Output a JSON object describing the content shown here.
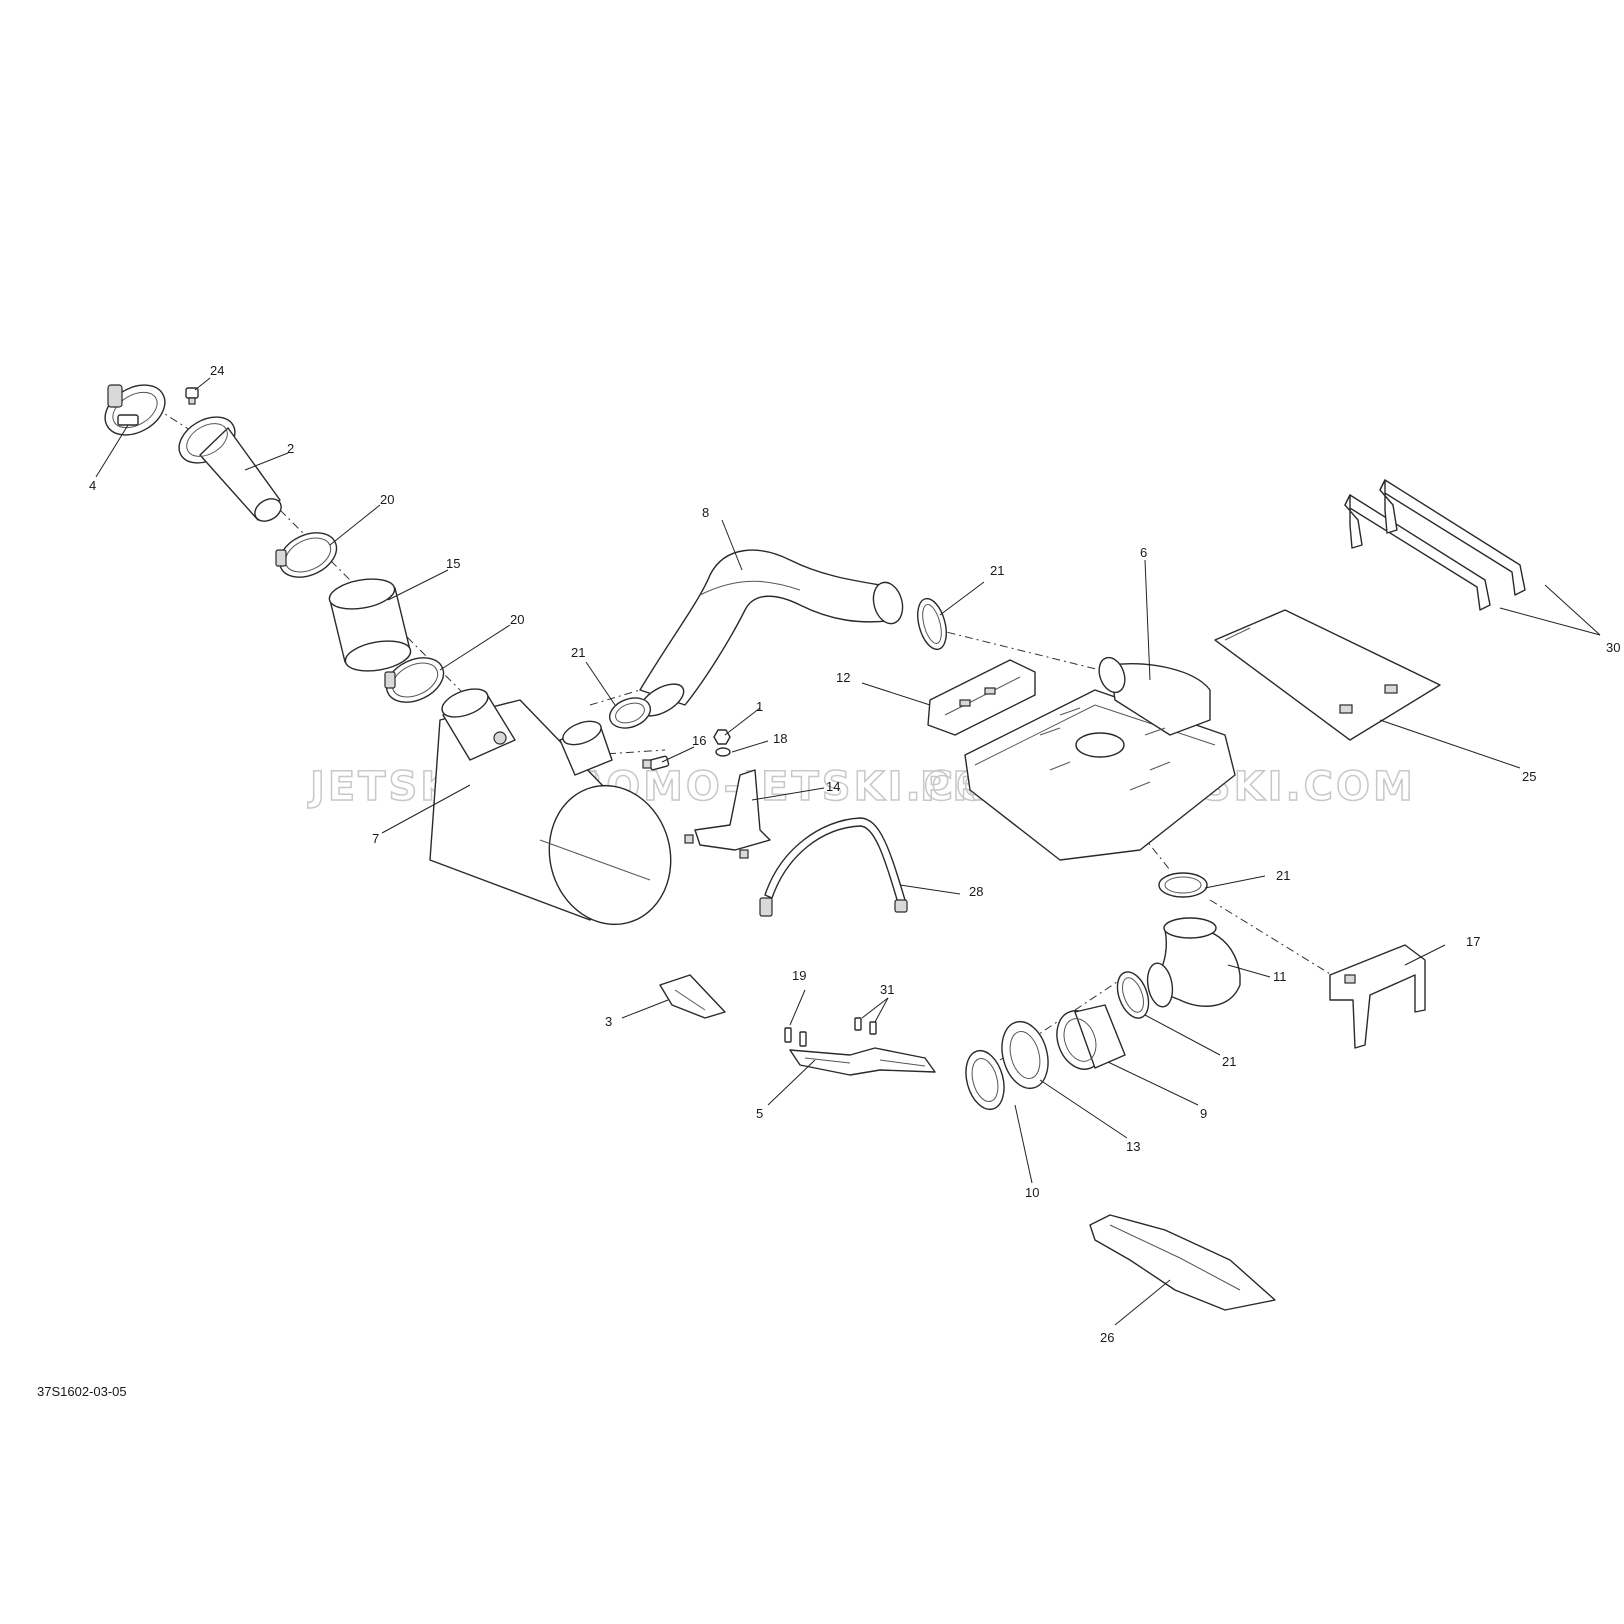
{
  "diagram": {
    "reference_code": "37S1602-03-05",
    "watermarks": [
      "JETSKI.COM",
      "PROMO-JETSKI.COM",
      "PROMO-JETSKI.COM"
    ],
    "callouts": [
      "1",
      "2",
      "3",
      "4",
      "5",
      "6",
      "7",
      "8",
      "9",
      "10",
      "11",
      "12",
      "13",
      "14",
      "15",
      "16",
      "17",
      "18",
      "19",
      "20",
      "20",
      "21",
      "21",
      "21",
      "21",
      "24",
      "25",
      "26",
      "28",
      "30",
      "31"
    ]
  }
}
